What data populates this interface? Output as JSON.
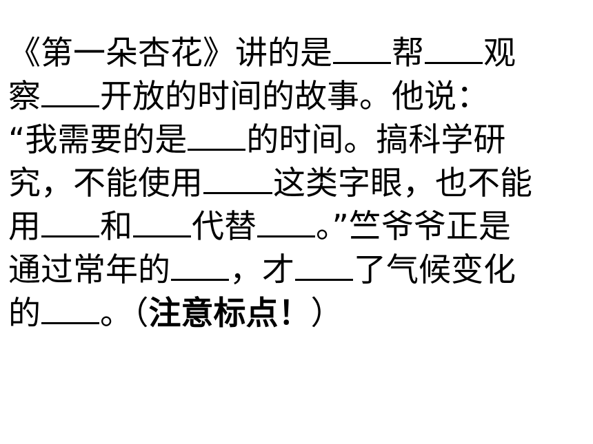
{
  "passage": {
    "line1": {
      "a": "《第一朵杏花》讲的是",
      "b": "帮",
      "c": "观"
    },
    "line2": {
      "a": "察",
      "b": "开放的时间的故事。他说："
    },
    "line3": {
      "a": "“我需要的是",
      "b": "的时间。搞科学研"
    },
    "line4": {
      "a": "究，不能使用",
      "b": "这类字眼，也不能"
    },
    "line5": {
      "a": "用",
      "b": "和",
      "c": "代替",
      "d": "。”竺爷爷正是"
    },
    "line6": {
      "a": "通过常年的",
      "b": "，才",
      "c": "了气候变化"
    },
    "line7": {
      "a": "的",
      "b": "。（",
      "bold": "注意标点！",
      "c": "）"
    }
  }
}
